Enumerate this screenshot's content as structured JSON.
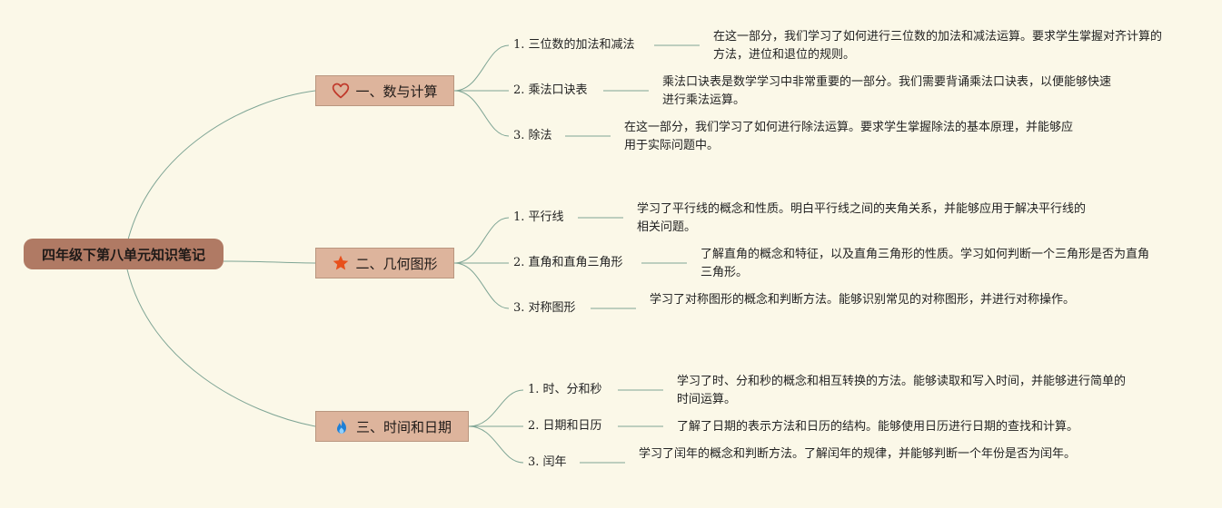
{
  "root": {
    "label": "四年级下第八单元知识笔记"
  },
  "branches": [
    {
      "label": "一、数与计算",
      "icon": "heart-icon",
      "children": [
        {
          "label": "1. 三位数的加法和减法",
          "note": "在这一部分，我们学习了如何进行三位数的加法和减法运算。要求学生掌握对齐计算的方法，进位和退位的规则。"
        },
        {
          "label": "2. 乘法口诀表",
          "note": "乘法口诀表是数学学习中非常重要的一部分。我们需要背诵乘法口诀表，以便能够快速进行乘法运算。"
        },
        {
          "label": "3. 除法",
          "note": "在这一部分，我们学习了如何进行除法运算。要求学生掌握除法的基本原理，并能够应用于实际问题中。"
        }
      ]
    },
    {
      "label": "二、几何图形",
      "icon": "star-icon",
      "children": [
        {
          "label": "1. 平行线",
          "note": "学习了平行线的概念和性质。明白平行线之间的夹角关系，并能够应用于解决平行线的相关问题。"
        },
        {
          "label": "2. 直角和直角三角形",
          "note": "了解直角的概念和特征，以及直角三角形的性质。学习如何判断一个三角形是否为直角三角形。"
        },
        {
          "label": "3. 对称图形",
          "note": "学习了对称图形的概念和判断方法。能够识别常见的对称图形，并进行对称操作。"
        }
      ]
    },
    {
      "label": "三、时间和日期",
      "icon": "flame-icon",
      "children": [
        {
          "label": "1. 时、分和秒",
          "note": "学习了时、分和秒的概念和相互转换的方法。能够读取和写入时间，并能够进行简单的时间运算。"
        },
        {
          "label": "2. 日期和日历",
          "note": "了解了日期的表示方法和日历的结构。能够使用日历进行日期的查找和计算。"
        },
        {
          "label": "3. 闰年",
          "note": "学习了闰年的概念和判断方法。了解闰年的规律，并能够判断一个年份是否为闰年。"
        }
      ]
    }
  ],
  "colors": {
    "background": "#fbf8e8",
    "root_fill": "#b07a64",
    "branch_fill": "#ddb49c",
    "connector": "#7fa595",
    "heart": "#c0392b",
    "star": "#e8501c",
    "flame": "#1e7fd6"
  }
}
